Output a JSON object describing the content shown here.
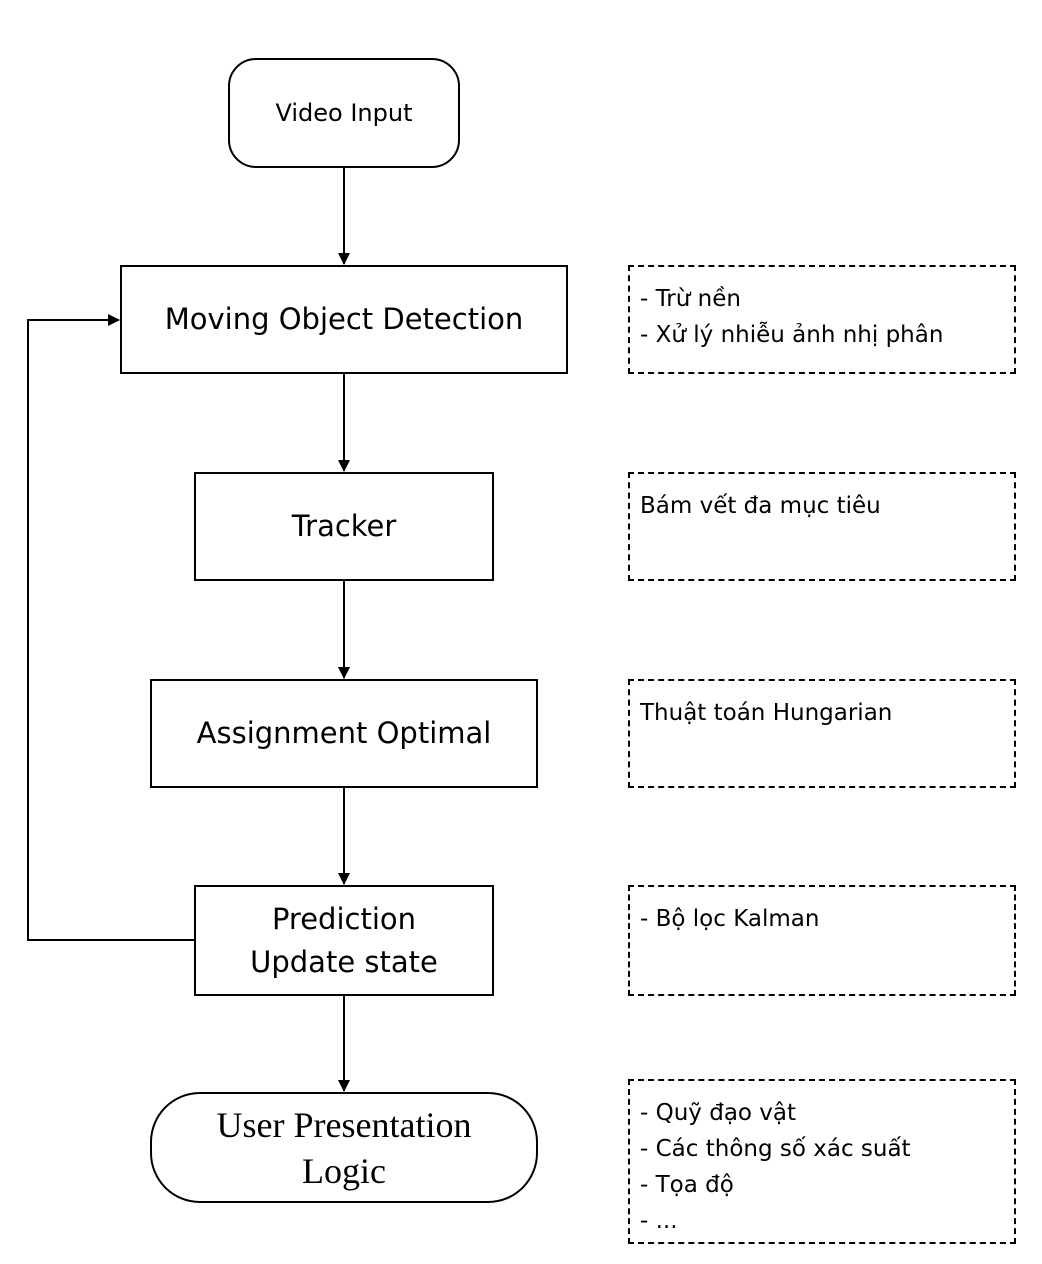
{
  "nodes": {
    "video_input": "Video Input",
    "moving_object_detection": "Moving Object Detection",
    "tracker": "Tracker",
    "assignment_optimal": "Assignment Optimal",
    "prediction_line1": "Prediction",
    "prediction_line2": "Update state",
    "user_presentation_line1": "User Presentation",
    "user_presentation_line2": "Logic"
  },
  "notes": {
    "detection": [
      "- Trừ nền",
      "- Xử lý nhiễu ảnh nhị phân"
    ],
    "tracker": [
      "Bám vết đa mục tiêu"
    ],
    "assignment": [
      "Thuật toán Hungarian"
    ],
    "prediction": [
      "- Bộ lọc Kalman"
    ],
    "presentation": [
      "- Quỹ đạo vật",
      "- Các thông số xác suất",
      "- Tọa độ",
      "- ..."
    ]
  }
}
